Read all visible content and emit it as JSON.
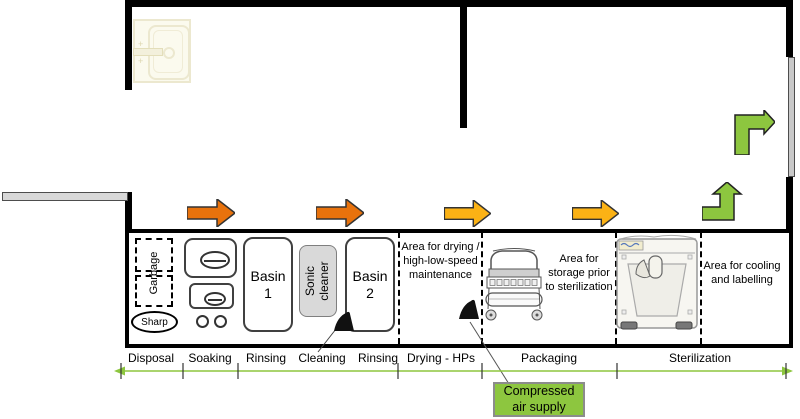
{
  "colors": {
    "flow_orange": "#E8720C",
    "flow_yellow": "#FBB215",
    "flow_green": "#8DC63F",
    "wall_black": "#000000",
    "sonic_gray": "#D9D9D9",
    "air_supply_bg": "#8DC63F"
  },
  "room": {
    "stations": {
      "garbage": "Garbage",
      "sharp": "Sharp",
      "basin1": "Basin 1",
      "sonic_cleaner": "Sonic cleaner",
      "basin2": "Basin 2",
      "drying_area": "Area for drying / high-low-speed maintenance",
      "storage_area": "Area for storage prior to sterilization",
      "cooling_area": "Area for cooling and labelling"
    },
    "zones": [
      "Disposal",
      "Soaking",
      "Rinsing",
      "Cleaning",
      "Rinsing",
      "Drying - HPs",
      "Packaging",
      "Sterilization"
    ],
    "air_supply_label": "Compressed air supply"
  },
  "icons": {
    "sink": "sink-icon",
    "air_gun": "air-gun-icon",
    "packaging_machine": "packaging-machine-icon",
    "sterilizer": "sterilizer-machine-icon",
    "pass_hatch": "pass-through-hatch",
    "door_panel": "door-panel"
  }
}
